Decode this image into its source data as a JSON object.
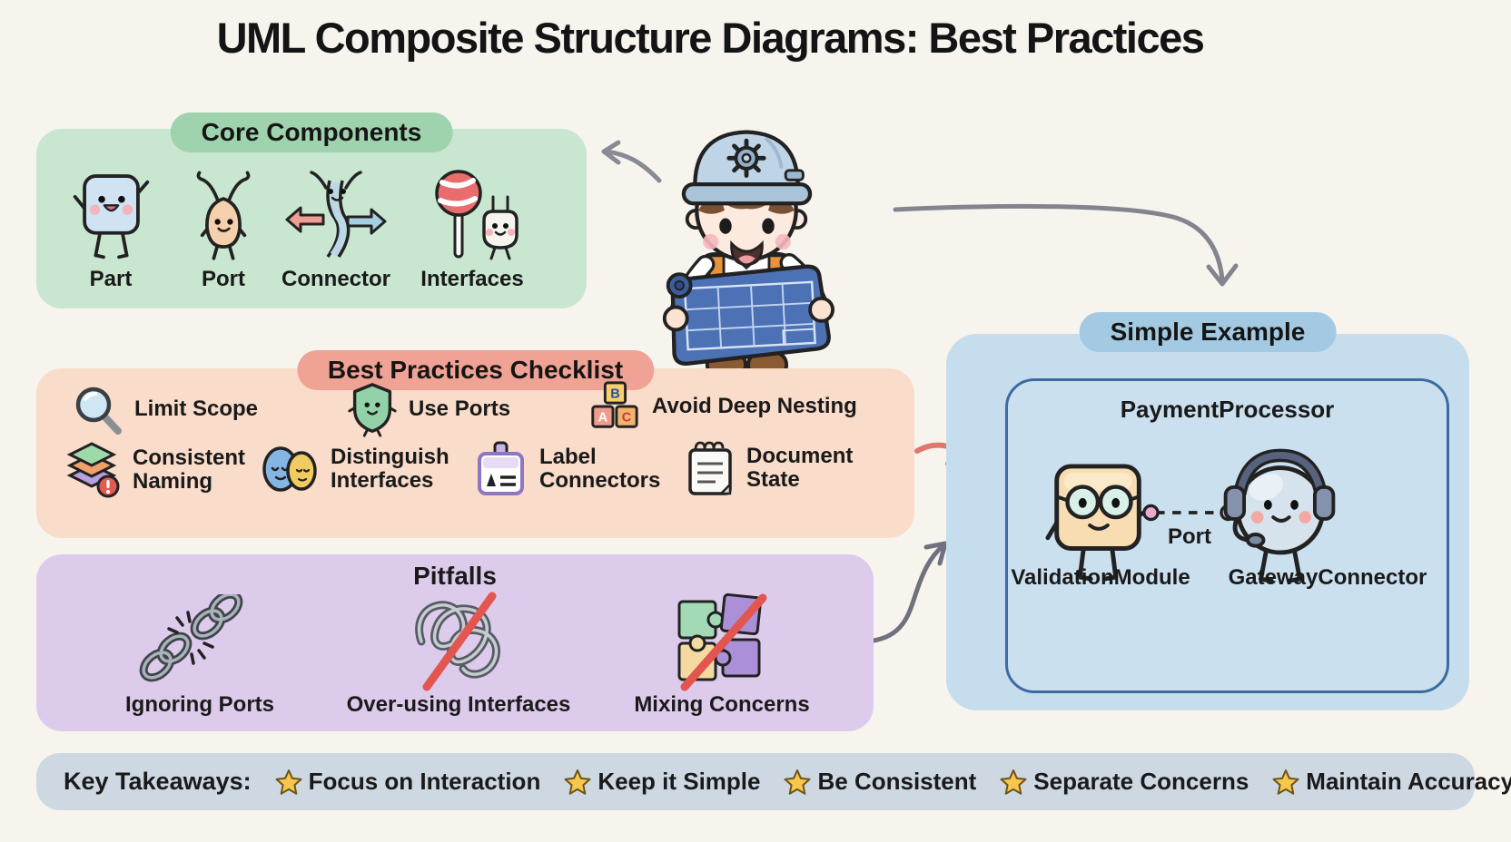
{
  "title": "UML Composite Structure Diagrams: Best Practices",
  "mascot": {
    "name": "engineer-with-blueprint",
    "description": "cartoon engineer in hard hat holding a blueprint"
  },
  "core_components": {
    "header": "Core Components",
    "items": [
      {
        "label": "Part",
        "icon": "part-character-icon"
      },
      {
        "label": "Port",
        "icon": "port-character-icon"
      },
      {
        "label": "Connector",
        "icon": "connector-arrows-icon"
      },
      {
        "label": "Interfaces",
        "icon": "lollipop-socket-icon"
      }
    ]
  },
  "best_practices": {
    "header": "Best Practices Checklist",
    "items": [
      {
        "label": "Limit Scope",
        "icon": "magnifier-icon"
      },
      {
        "label": "Use Ports",
        "icon": "shield-icon"
      },
      {
        "label": "Avoid Deep Nesting",
        "icon": "abc-blocks-icon"
      },
      {
        "label": "Consistent Naming",
        "icon": "layers-warning-icon"
      },
      {
        "label": "Distinguish Interfaces",
        "icon": "two-faces-icon"
      },
      {
        "label": "Label Connectors",
        "icon": "name-badge-icon"
      },
      {
        "label": "Document State",
        "icon": "notepad-icon"
      }
    ]
  },
  "pitfalls": {
    "header": "Pitfalls",
    "items": [
      {
        "label": "Ignoring Ports",
        "icon": "broken-chain-icon"
      },
      {
        "label": "Over-using Interfaces",
        "icon": "tangled-knot-icon"
      },
      {
        "label": "Mixing Concerns",
        "icon": "crossed-puzzle-icon"
      }
    ]
  },
  "simple_example": {
    "header": "Simple Example",
    "container_label": "PaymentProcessor",
    "port_label": "Port",
    "parts": [
      {
        "label": "ValidationModule",
        "icon": "validation-module-character"
      },
      {
        "label": "GatewayConnector",
        "icon": "gateway-connector-character"
      }
    ]
  },
  "key_takeaways": {
    "heading": "Key Takeaways:",
    "star_icon": "star-icon",
    "items": [
      "Focus on Interaction",
      "Keep it Simple",
      "Be Consistent",
      "Separate Concerns",
      "Maintain Accuracy"
    ]
  },
  "colors": {
    "background": "#f7f4ee",
    "green_panel": "#c9e6d1",
    "green_pill": "#9ed3ad",
    "salmon_panel": "#f9dcca",
    "salmon_pill": "#f0a394",
    "purple_panel": "#ddcbec",
    "blue_panel": "#c5ddec",
    "blue_pill": "#a3cae2",
    "inner_box_border": "#3c6ba1",
    "takeaways_bar": "#cdd8e3",
    "star_gold": "#f6c64d",
    "red_arrow": "#e0786c",
    "gray_arrow": "#84848f"
  }
}
